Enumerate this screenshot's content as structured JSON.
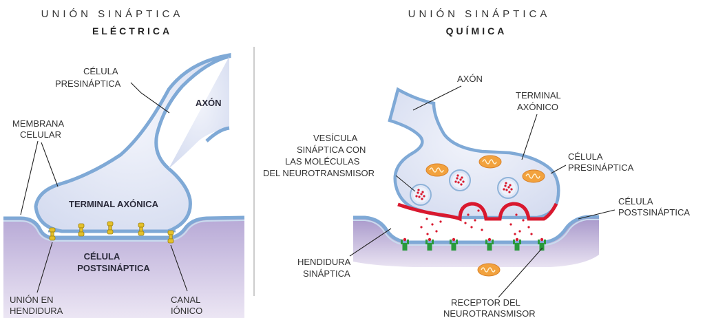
{
  "left": {
    "title": "UNIÓN SINÁPTICA",
    "subtitle": "ELÉCTRICA",
    "labels": {
      "celula_presinaptica": [
        "CÉLULA",
        "PRESINÁPTICA"
      ],
      "axon": "AXÓN",
      "membrana_celular": [
        "MEMBRANA",
        "CELULAR"
      ],
      "terminal_axonica": "TERMINAL AXÓNICA",
      "celula_postsinaptica": [
        "CÉLULA",
        "POSTSINÁPTICA"
      ],
      "union_en_hendidura": [
        "UNIÓN EN",
        "HENDIDURA"
      ],
      "canal_ionico": [
        "CANAL",
        "IÓNICO"
      ]
    }
  },
  "right": {
    "title": "UNIÓN SINÁPTICA",
    "subtitle": "QUÍMICA",
    "labels": {
      "axon": "AXÓN",
      "terminal_axonico": [
        "TERMINAL",
        "AXÓNICO"
      ],
      "vesicula": [
        "VESÍCULA",
        "SINÁPTICA CON",
        "LAS MOLÉCULAS",
        "DEL NEUROTRANSMISOR"
      ],
      "celula_presinaptica": [
        "CÉLULA",
        "PRESINÁPTICA"
      ],
      "celula_postsinaptica": [
        "CÉLULA",
        "POSTSINÁPTICA"
      ],
      "hendidura_sinaptica": [
        "HENDIDURA",
        "SINÁPTICA"
      ],
      "receptor": [
        "RECEPTOR DEL",
        "NEUROTRANSMISOR"
      ]
    }
  },
  "colors": {
    "axon_fill": "#dde3f4",
    "membrane": "#7fa9d6",
    "post_fill": "#a99bcb",
    "channel": "#e4c02a",
    "neurotransmitter_red": "#d9182e",
    "mitochondria": "#f0a640",
    "receptor_green": "#2a9a3c"
  }
}
